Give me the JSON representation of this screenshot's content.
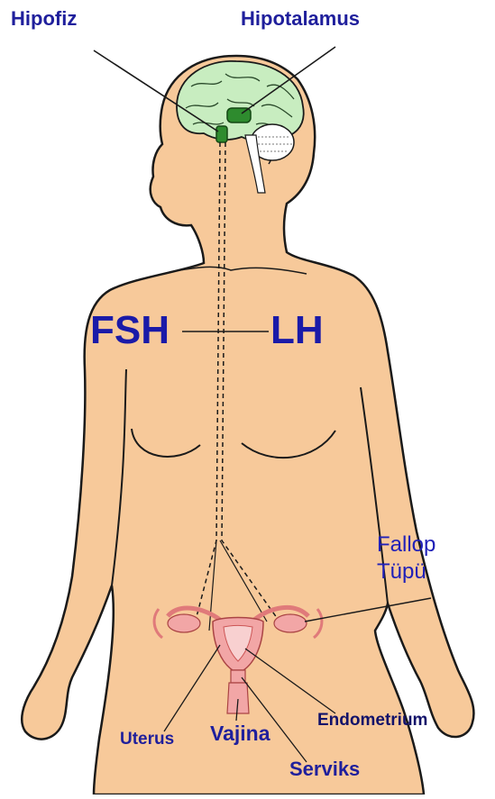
{
  "labels": {
    "hipofiz": "Hipofiz",
    "hipotalamus": "Hipotalamus",
    "fsh": "FSH",
    "lh": "LH",
    "fallop_line1": "Fallop",
    "fallop_line2": "Tüpü",
    "uterus": "Uterus",
    "vajina": "Vajina",
    "endometrium": "Endometrium",
    "serviks": "Serviks"
  },
  "colors": {
    "skin": "#f7c99a",
    "outline": "#1a1a1a",
    "brain": "#c8edc0",
    "pituitary": "#2e8b2e",
    "organs": "#f2a6a6",
    "label": "#1f1f9c"
  }
}
